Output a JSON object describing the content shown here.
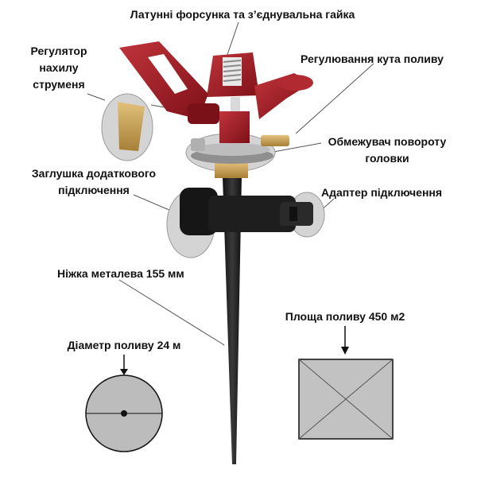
{
  "labels": {
    "nozzle": "Латунні форсунка та з’єднувальна гайка",
    "tilt": [
      "Регулятор",
      "нахилу",
      "струменя"
    ],
    "angle": "Регулювання кута поливу",
    "limiter": [
      "Обмежувач повороту",
      "головки"
    ],
    "plug": [
      "Заглушка додаткового",
      "підключення"
    ],
    "adapter": "Адаптер підключення",
    "leg": "Ніжка металева 155 мм",
    "diameter": "Діаметр поливу 24 м",
    "area": "Площа поливу 450 м2"
  },
  "colors": {
    "body_red": "#9c1c24",
    "plastic_black": "#1a1a1a",
    "brass": "#c9a35c",
    "metal": "#a8a8a8",
    "callout_fill": "#d3d3d3",
    "leader": "#555555"
  }
}
